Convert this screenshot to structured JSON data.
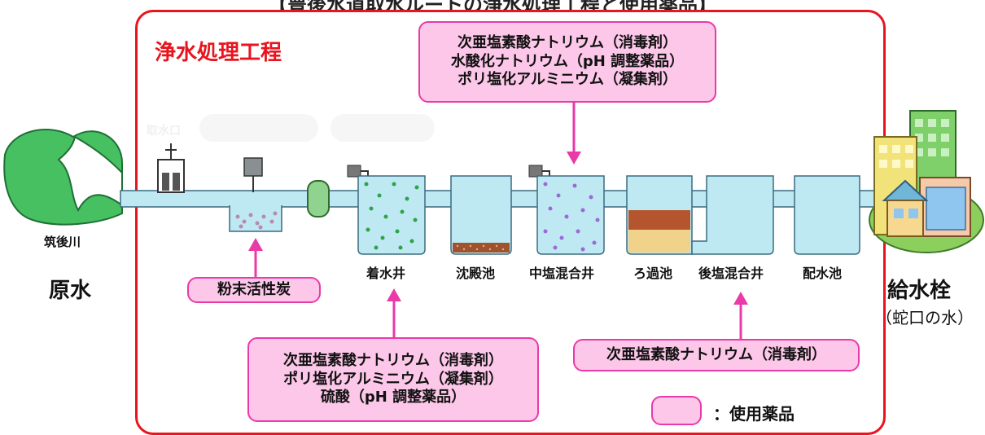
{
  "title": "【豊後水道取水ルートの浄水処理工程と使用薬品】",
  "process_label": "浄水処理工程",
  "river_name": "筑後川",
  "raw_water": "原水",
  "tap": {
    "label": "給水栓",
    "sub": "（蛇口の水）"
  },
  "stages": [
    "着水井",
    "沈殿池",
    "中塩混合井",
    "ろ過池",
    "後塩混合井",
    "配水池"
  ],
  "chemical_boxes": {
    "top": [
      "次亜塩素酸ナトリウム（消毒剤）",
      "水酸化ナトリウム（pH 調整薬品）",
      "ポリ塩化アルミニウム（凝集剤）"
    ],
    "powder": [
      "粉末活性炭"
    ],
    "bottom_left": [
      "次亜塩素酸ナトリウム（消毒剤）",
      "ポリ塩化アルミニウム（凝集剤）",
      "硫酸（pH 調整薬品）"
    ],
    "bottom_right": [
      "次亜塩素酸ナトリウム（消毒剤）"
    ]
  },
  "legend": {
    "label": "：使用薬品"
  },
  "colors": {
    "frame": "#e8141e",
    "box_fill": "#fcc7e8",
    "box_border": "#ea3aa8",
    "arrow": "#ea3aa8",
    "water": "#bfe9f2",
    "river": "#46c061"
  }
}
